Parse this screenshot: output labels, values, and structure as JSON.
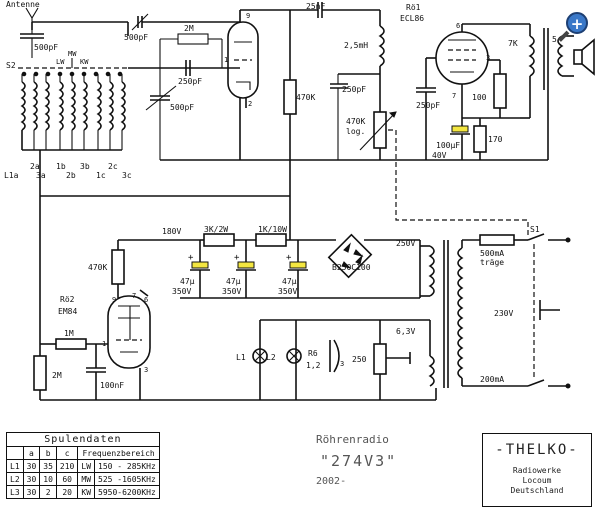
{
  "labels": {
    "antenne": "Antenne",
    "c_ant": "500pF",
    "s2": "S2",
    "mw": "MW",
    "lw": "LW",
    "kw": "KW",
    "coil_2a": "2a",
    "coil_1a": "L1a",
    "coil_3a": "3a",
    "coil_1b": "1b",
    "coil_3b": "3b",
    "coil_2b": "2b",
    "coil_1c": "1c",
    "coil_2c": "2c",
    "coil_3c": "3c",
    "c_trim": "500pF",
    "c_tune": "500pF",
    "r_grid": "2M",
    "c_grid": "250pF",
    "pin9": "9",
    "pin1": "1",
    "pin2": "2",
    "c_couple": "25nF",
    "r_470k_a": "470K",
    "l_choke": "2,5mH",
    "c_250_b": "250pF",
    "pot": "470K",
    "pot_log": "log.",
    "tube1_name": "Rö1",
    "tube1_type": "ECL86",
    "c_250_c": "250pF",
    "pin6": "6",
    "pin3": "3",
    "pin7": "7",
    "r_100": "100",
    "c_100u": "100µF",
    "c_100u_v": "40V",
    "r_170": "170",
    "tr_7k": "7K",
    "tr_5": "5",
    "v_180": "180V",
    "r_3k": "3K/2W",
    "r_1k": "1K/10W",
    "v_250": "250V",
    "s1": "S1",
    "fuse": "500mA",
    "fuse_type": "träge",
    "r_470k_b": "470K",
    "c47_1": "47µ",
    "c47_1v": "350V",
    "c47_2": "47µ",
    "c47_2v": "350V",
    "c47_3": "47µ",
    "c47_3v": "350V",
    "rect": "B250C100",
    "tube2_name": "Rö2",
    "tube2_type": "EM84",
    "pin_e9": "9",
    "pin_e7": "7",
    "pin_e6": "6",
    "pin_e1": "1",
    "pin_e3": "3",
    "r_1m": "1M",
    "r_2m": "2M",
    "c_100n": "100nF",
    "v_230": "230V",
    "v_63": "6,3V",
    "l1": "L1",
    "l2": "L2",
    "r6": "R6",
    "r6_pins": "1,2",
    "r6_pin3": "3",
    "r_250": "250",
    "fuse2": "200mA"
  },
  "spulendaten": {
    "caption": "Spulendaten",
    "headers": [
      "",
      "a",
      "b",
      "c",
      "Frequenzbereich"
    ],
    "rows": [
      [
        "L1",
        "30",
        "35",
        "210",
        "LW",
        "150 - 285KHz"
      ],
      [
        "L2",
        "30",
        "10",
        "60",
        "MW",
        "525 -1605KHz"
      ],
      [
        "L3",
        "30",
        "2",
        "20",
        "KW",
        "5950-6200KHz"
      ]
    ]
  },
  "title_block": {
    "line1": "Röhrenradio",
    "line2": "\"274V3\"",
    "line3": "2002-"
  },
  "brand": {
    "name": "-THELKO-",
    "sub1": "Radiowerke",
    "sub2": "Locoum",
    "sub3": "Deutschland"
  },
  "zoom_icon": "+"
}
